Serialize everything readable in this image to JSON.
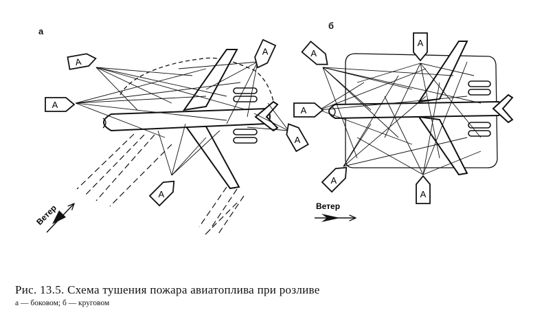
{
  "panels": {
    "a": {
      "label": "а",
      "wind_label": "Ветер",
      "nozzle_label": "А"
    },
    "b": {
      "label": "б",
      "wind_label": "Ветер",
      "nozzle_label": "А"
    }
  },
  "caption": {
    "title": "Рис. 13.5. Схема тушения пожара авиатоплива при розливе",
    "subtitle": "а — боковом; б — круговом"
  }
}
